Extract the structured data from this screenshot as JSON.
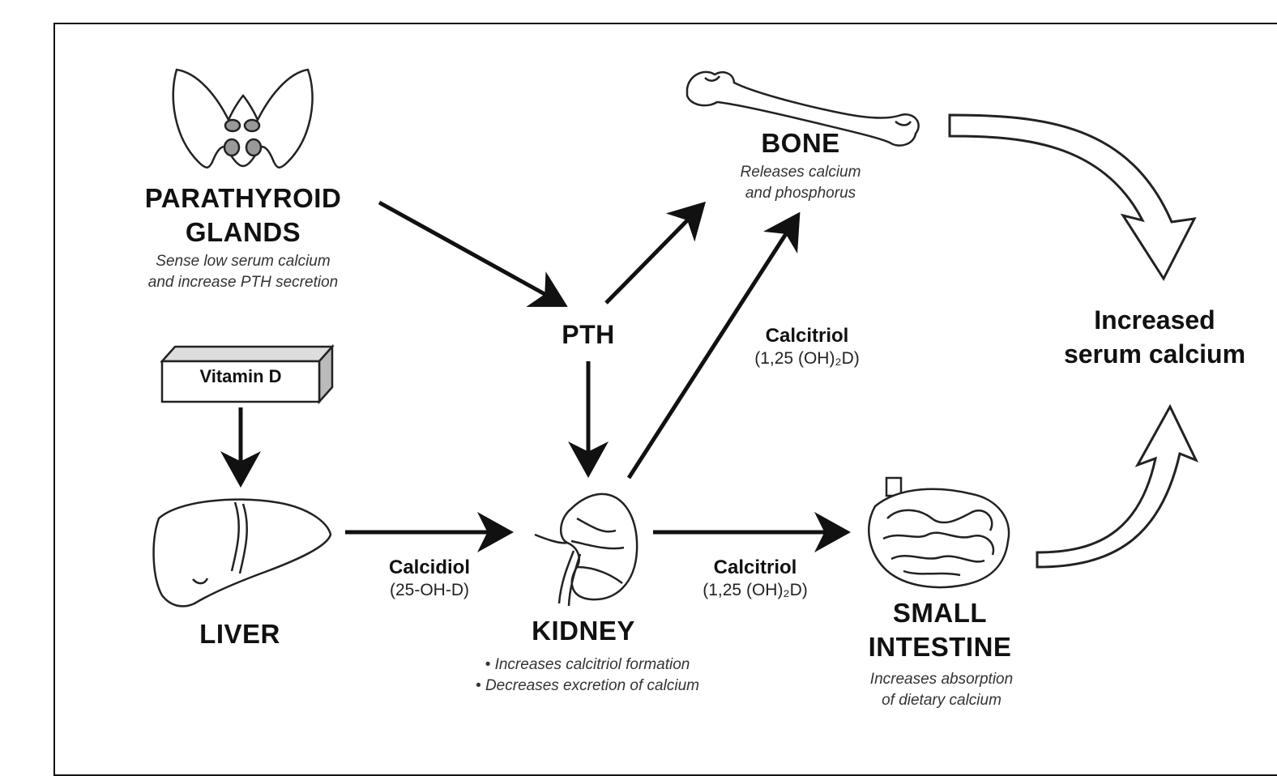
{
  "parathyroid": {
    "title_line1": "PARATHYROID",
    "title_line2": "GLANDS",
    "desc_line1": "Sense low serum calcium",
    "desc_line2": "and  increase PTH secretion"
  },
  "bone": {
    "title": "BONE",
    "desc_line1": "Releases calcium",
    "desc_line2": "and phosphorus"
  },
  "pth": {
    "label": "PTH"
  },
  "vitamin_d": {
    "label": "Vitamin D"
  },
  "liver": {
    "title": "LIVER"
  },
  "kidney": {
    "title": "KIDNEY",
    "desc_line1": "• Increases calcitriol formation",
    "desc_line2": "• Decreases excretion of calcium"
  },
  "intestine": {
    "title_line1": "SMALL",
    "title_line2": "INTESTINE",
    "desc_line1": "Increases absorption",
    "desc_line2": "of dietary calcium"
  },
  "connectors": {
    "calcidiol_name": "Calcidiol",
    "calcidiol_formula": "(25-OH-D)",
    "calcitriol_bone_name": "Calcitriol",
    "calcitriol_bone_formula": "(1,25 (OH)₂D)",
    "calcitriol_int_name": "Calcitriol",
    "calcitriol_int_formula": "(1,25 (OH)₂D)"
  },
  "result": {
    "line1": "Increased",
    "line2": "serum calcium"
  }
}
